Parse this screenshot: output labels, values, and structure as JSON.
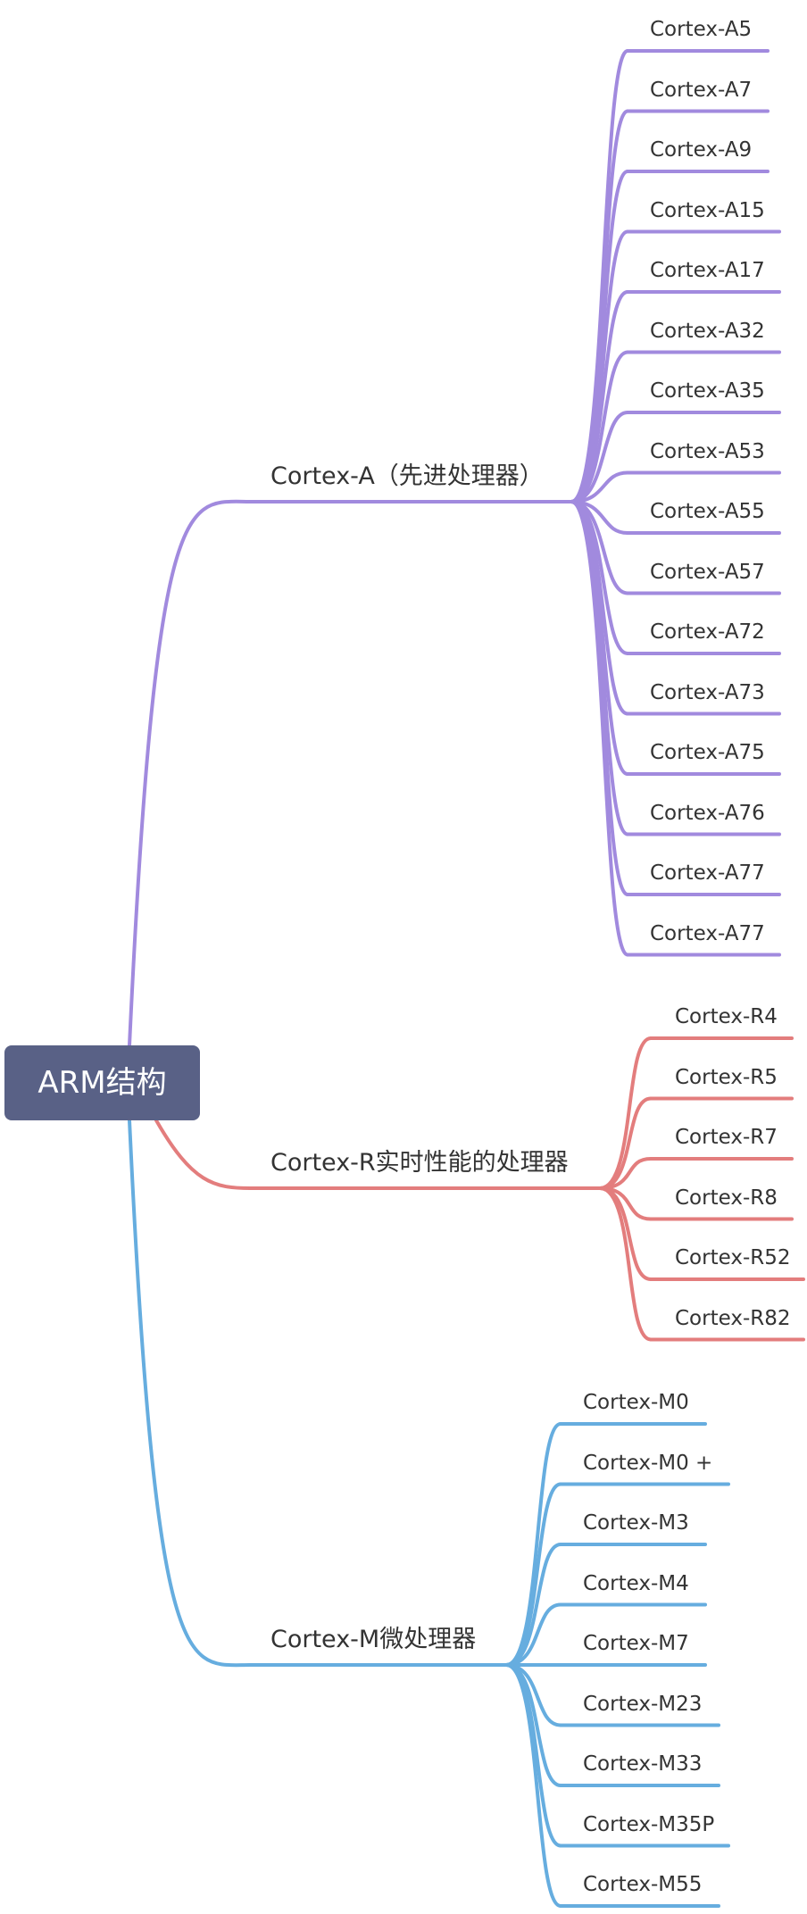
{
  "root": {
    "label": "ARM结构"
  },
  "branches": [
    {
      "label": "Cortex-A（先进处理器）",
      "color": "#a18ade",
      "children": [
        "Cortex-A5",
        "Cortex-A7",
        "Cortex-A9",
        "Cortex-A15",
        "Cortex-A17",
        "Cortex-A32",
        "Cortex-A35",
        "Cortex-A53",
        "Cortex-A55",
        "Cortex-A57",
        "Cortex-A72",
        "Cortex-A73",
        "Cortex-A75",
        "Cortex-A76",
        "Cortex-A77",
        "Cortex-A77"
      ]
    },
    {
      "label": "Cortex-R实时性能的处理器",
      "color": "#e37d7d",
      "children": [
        "Cortex-R4",
        "Cortex-R5",
        "Cortex-R7",
        "Cortex-R8",
        "Cortex-R52",
        "Cortex-R82"
      ]
    },
    {
      "label": "Cortex-M微处理器",
      "color": "#66addf",
      "children": [
        "Cortex-M0",
        "Cortex-M0 +",
        "Cortex-M3",
        "Cortex-M4",
        "Cortex-M7",
        "Cortex-M23",
        "Cortex-M33",
        "Cortex-M35P",
        "Cortex-M55"
      ]
    }
  ]
}
